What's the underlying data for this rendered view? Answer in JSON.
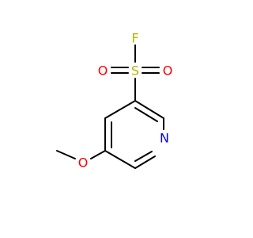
{
  "molecule": {
    "atoms": {
      "F": {
        "label": "F",
        "color": "#b5b500"
      },
      "S": {
        "label": "S",
        "color": "#b5b500"
      },
      "O1": {
        "label": "O",
        "color": "#ff0000"
      },
      "O2": {
        "label": "O",
        "color": "#ff0000"
      },
      "N": {
        "label": "N",
        "color": "#0000ff"
      },
      "O3": {
        "label": "O",
        "color": "#ff0000"
      }
    },
    "bond_color": "#000000"
  }
}
